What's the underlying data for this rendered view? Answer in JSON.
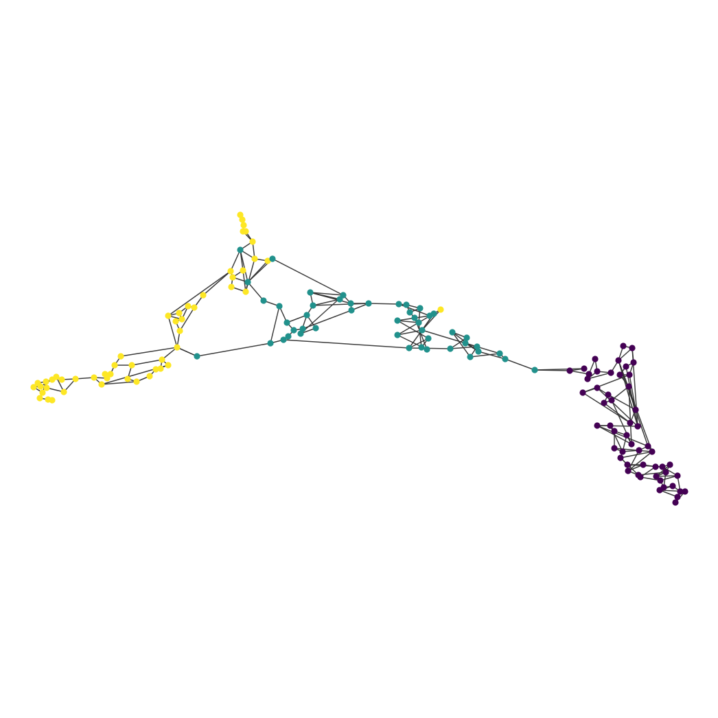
{
  "diagram": {
    "type": "network-graph",
    "clusters": [
      {
        "id": "c0",
        "color": "#440154"
      },
      {
        "id": "c1",
        "color": "#21918c"
      },
      {
        "id": "c2",
        "color": "#fde725"
      }
    ],
    "edge_color": "#333333",
    "background": "#ffffff",
    "axes_visible": false
  }
}
